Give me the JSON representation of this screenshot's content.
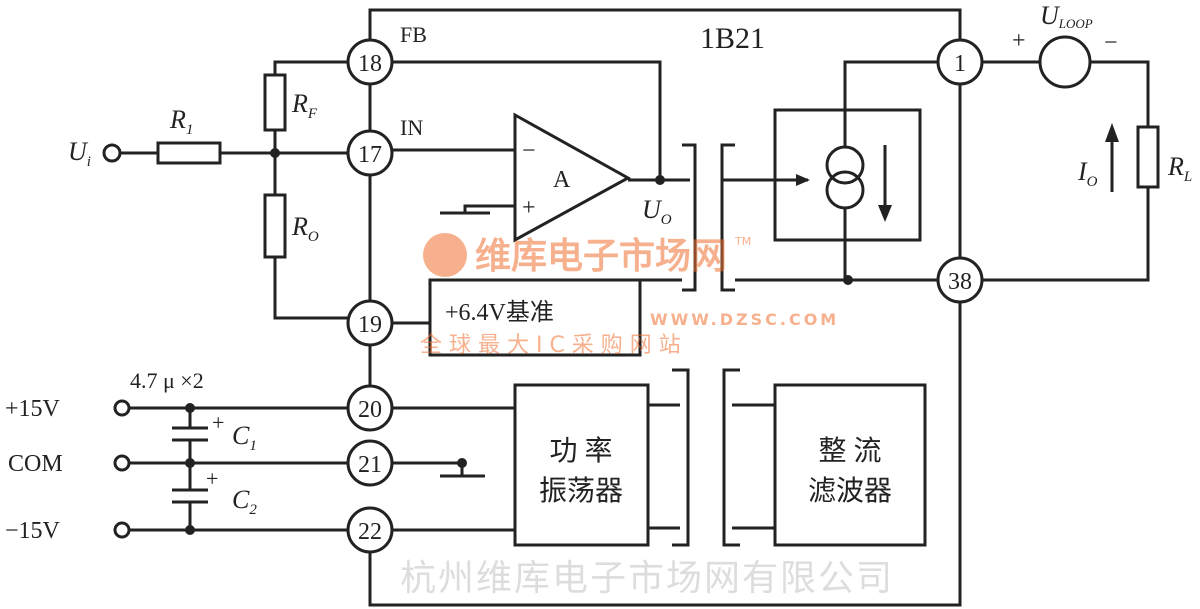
{
  "chip": "1B21",
  "pins": {
    "fb_label": "FB",
    "in_label": "IN",
    "p18": "18",
    "p17": "17",
    "p19": "19",
    "p20": "20",
    "p21": "21",
    "p22": "22",
    "p1": "1",
    "p38": "38"
  },
  "labels": {
    "ui": "U",
    "ui_sub": "i",
    "r1": "R",
    "r1_sub": "1",
    "rf": "R",
    "rf_sub": "F",
    "ro": "R",
    "ro_sub": "O",
    "amp": "A",
    "minus": "−",
    "plus": "+",
    "uo": "U",
    "uo_sub": "O",
    "uloop": "U",
    "uloop_sub": "LOOP",
    "loop_plus": "+",
    "loop_minus": "−",
    "io": "I",
    "io_sub": "O",
    "rl": "R",
    "rl_sub": "L",
    "ref": "+6.4V基准",
    "cap_spec": "4.7 μ ×2",
    "c1": "C",
    "c1_sub": "1",
    "c2": "C",
    "c2_sub": "2",
    "cplus": "+",
    "p15": "+15V",
    "com": "COM",
    "m15": "−15V",
    "osc1": "功  率",
    "osc2": "振荡器",
    "rect1": "整  流",
    "rect2": "滤波器"
  },
  "watermark": {
    "company": "杭州维库电子市场网有限公司",
    "brand": "维库电子市场网",
    "url": "WWW.DZSC.COM",
    "slogan": "全 球 最 大 I C 采 购 网 站",
    "tm": "TM"
  }
}
